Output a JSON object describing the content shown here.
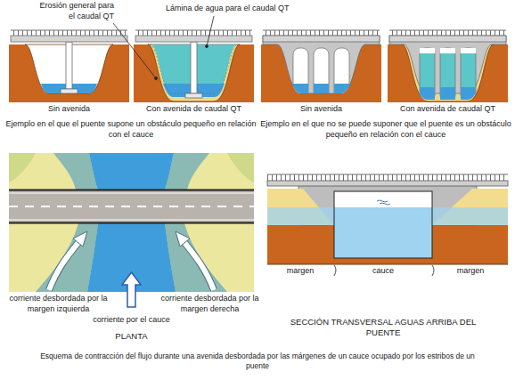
{
  "diagram": {
    "caption": "Esquema de contracción del flujo durante una avenida desbordada por las márgenes de un cauce ocupado por los estribos de un puente",
    "labels": [
      "Erosión general para el caudal QT",
      "Lámina de agua para el caudal QT",
      "Sin avenida",
      "Con avenida de caudal QT",
      "Ejemplo en el que el puente supone un obstáculo pequeño en relación con el cauce",
      "Sin avenida",
      "Con avenida de caudal QT",
      "Ejemplo en el que no se puede suponer que el puente es un obstáculo pequeño en relación con el cauce",
      "corriente desbordada por la margen izquierda",
      "corriente por el cauce",
      "corriente desbordada por la margen derecha",
      "PLANTA",
      "margen",
      "cauce",
      "margen",
      "SECCIÓN TRANSVERSAL AGUAS ARRIBA DEL PUENTE"
    ]
  }
}
